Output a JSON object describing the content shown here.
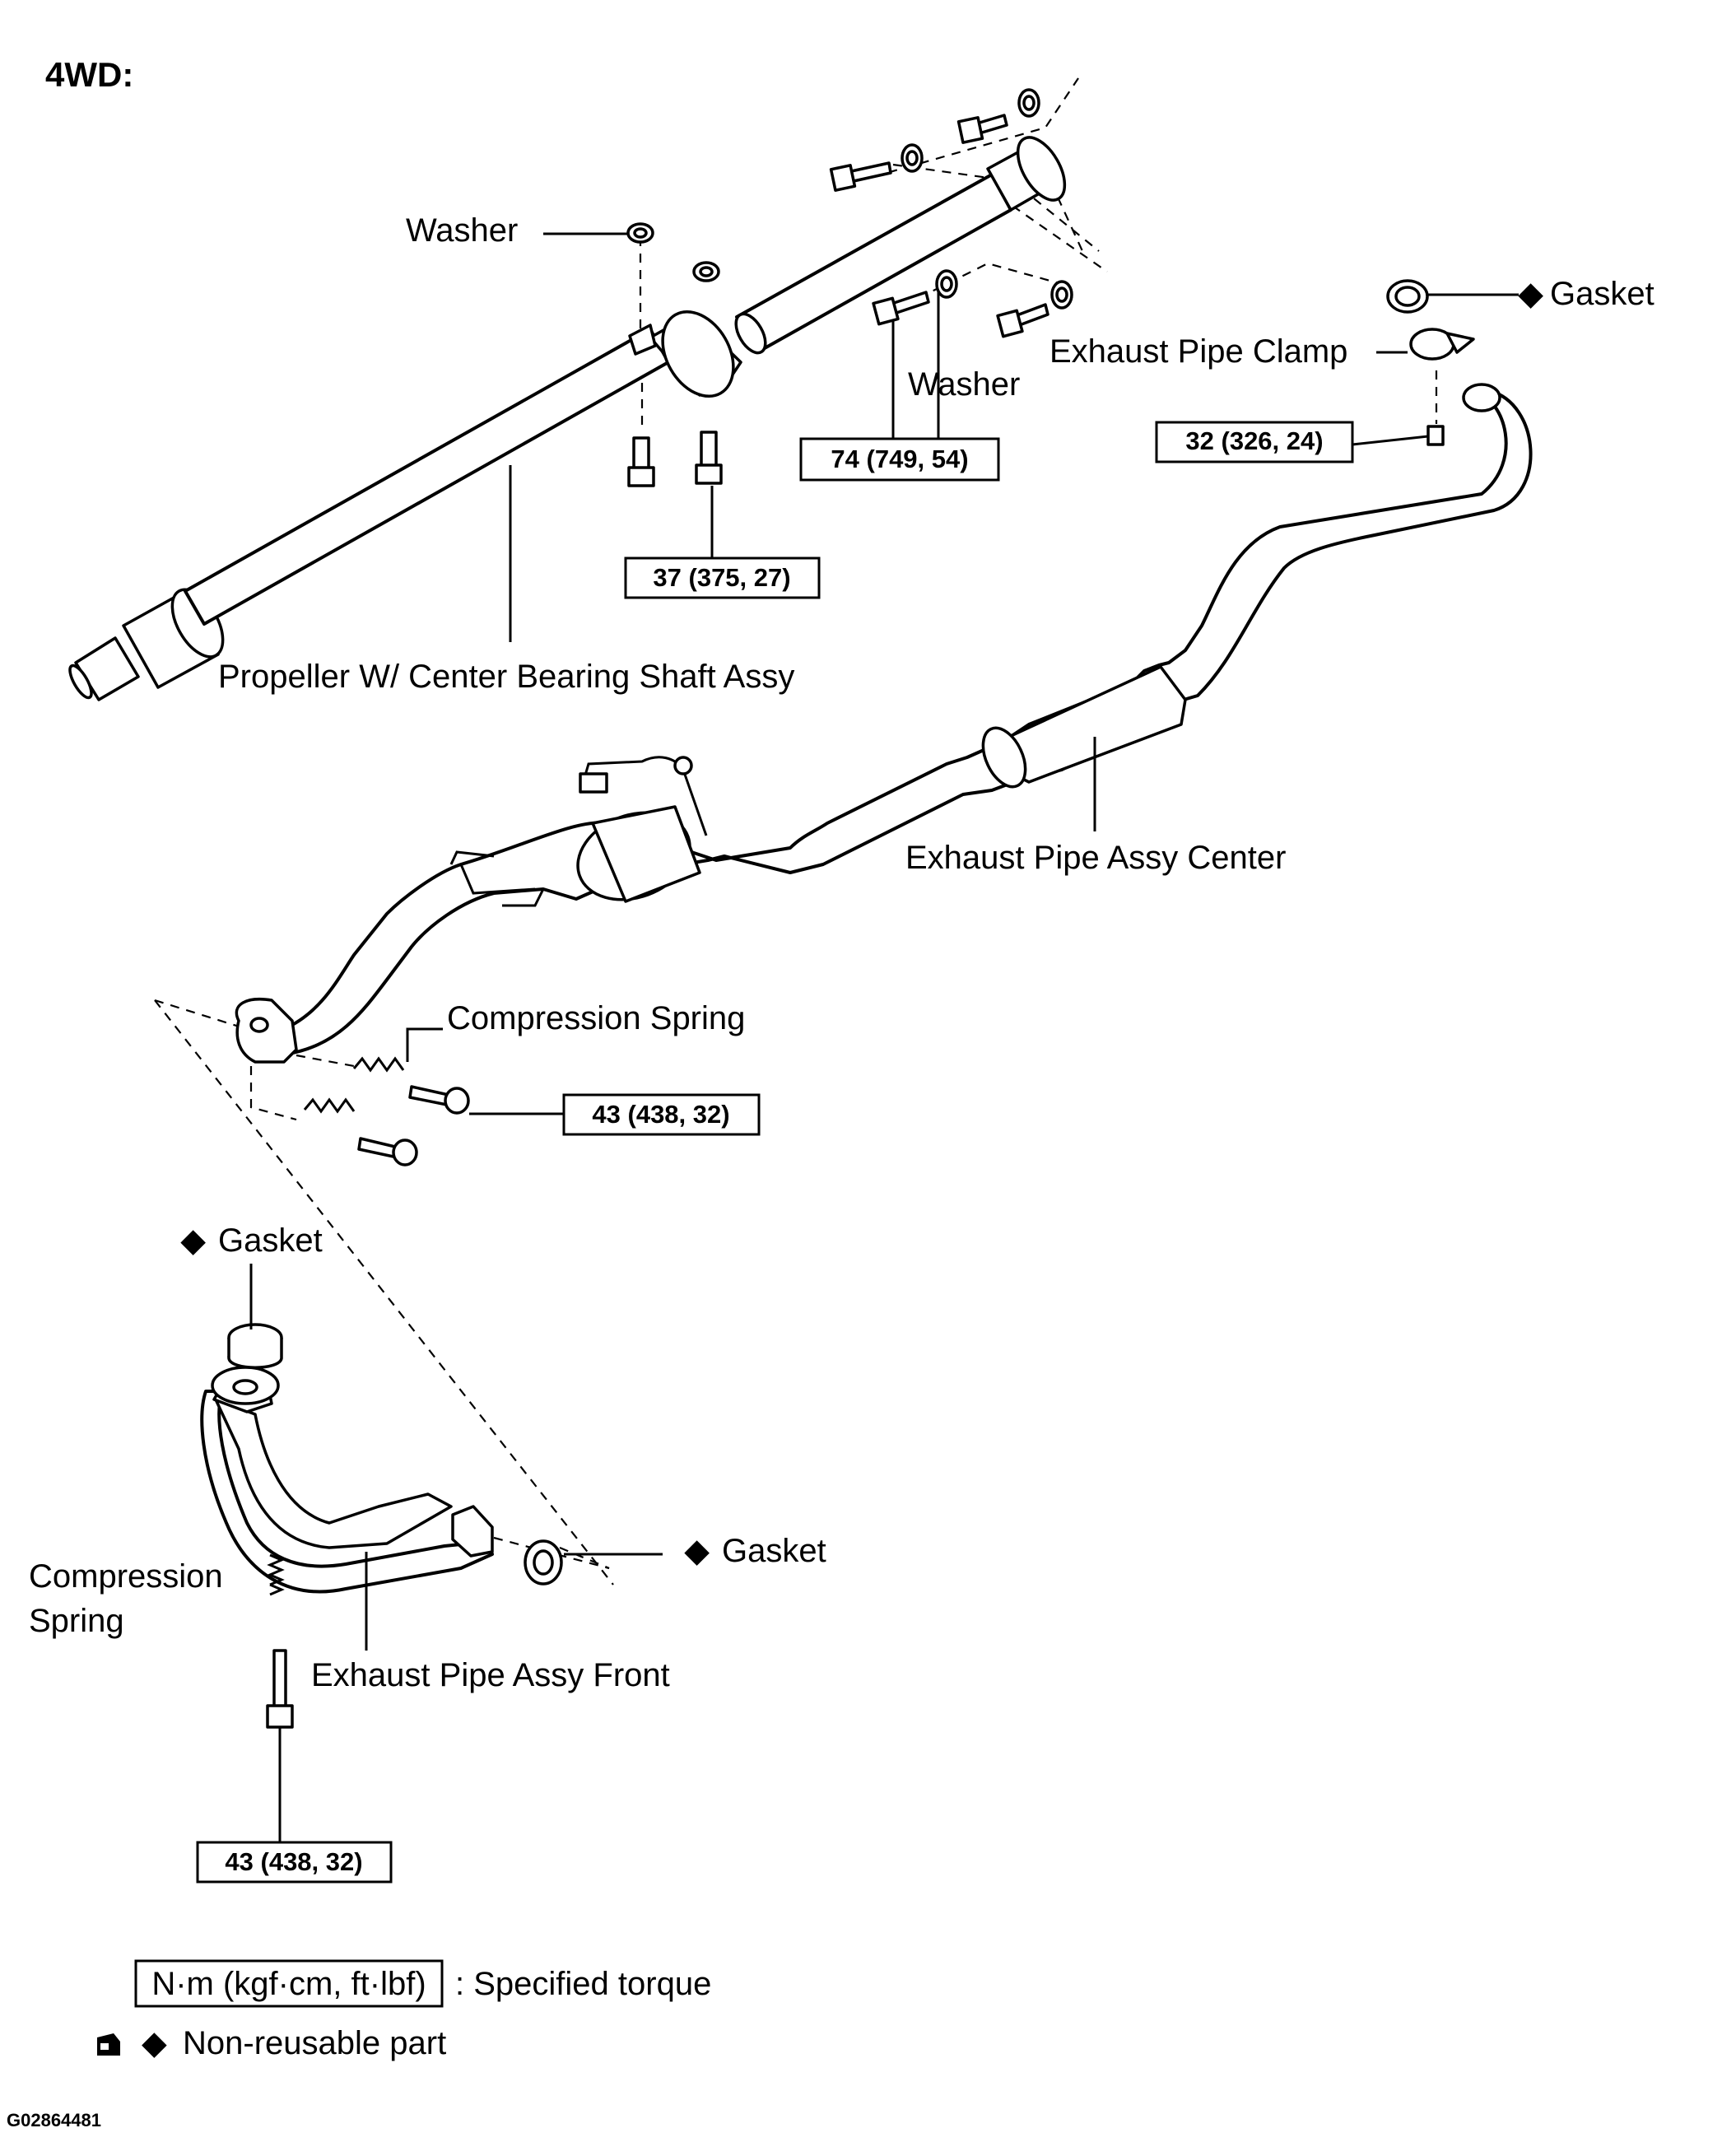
{
  "title": "4WD:",
  "labels": {
    "washer_top": "Washer",
    "washer_mid": "Washer",
    "gasket_rear": "Gasket",
    "exhaust_pipe_clamp": "Exhaust Pipe Clamp",
    "propeller_shaft": "Propeller W/ Center Bearing Shaft Assy",
    "exhaust_pipe_center": "Exhaust Pipe Assy Center",
    "compression_spring_mid": "Compression Spring",
    "gasket_front_top": "Gasket",
    "gasket_front_right": "Gasket",
    "compression_spring_front_line1": "Compression",
    "compression_spring_front_line2": "Spring",
    "exhaust_pipe_front": "Exhaust Pipe Assy Front"
  },
  "torques": {
    "t74": "74 (749, 54)",
    "t32": "32 (326, 24)",
    "t37": "37 (375, 27)",
    "t43_mid": "43 (438, 32)",
    "t43_front": "43 (438, 32)"
  },
  "legend": {
    "unit": "N·m (kgf·cm, ft·lbf)",
    "specified_torque": ": Specified torque",
    "non_reusable": "Non-reusable part"
  },
  "figure_code": "G02864481",
  "marker_symbol": "◆"
}
